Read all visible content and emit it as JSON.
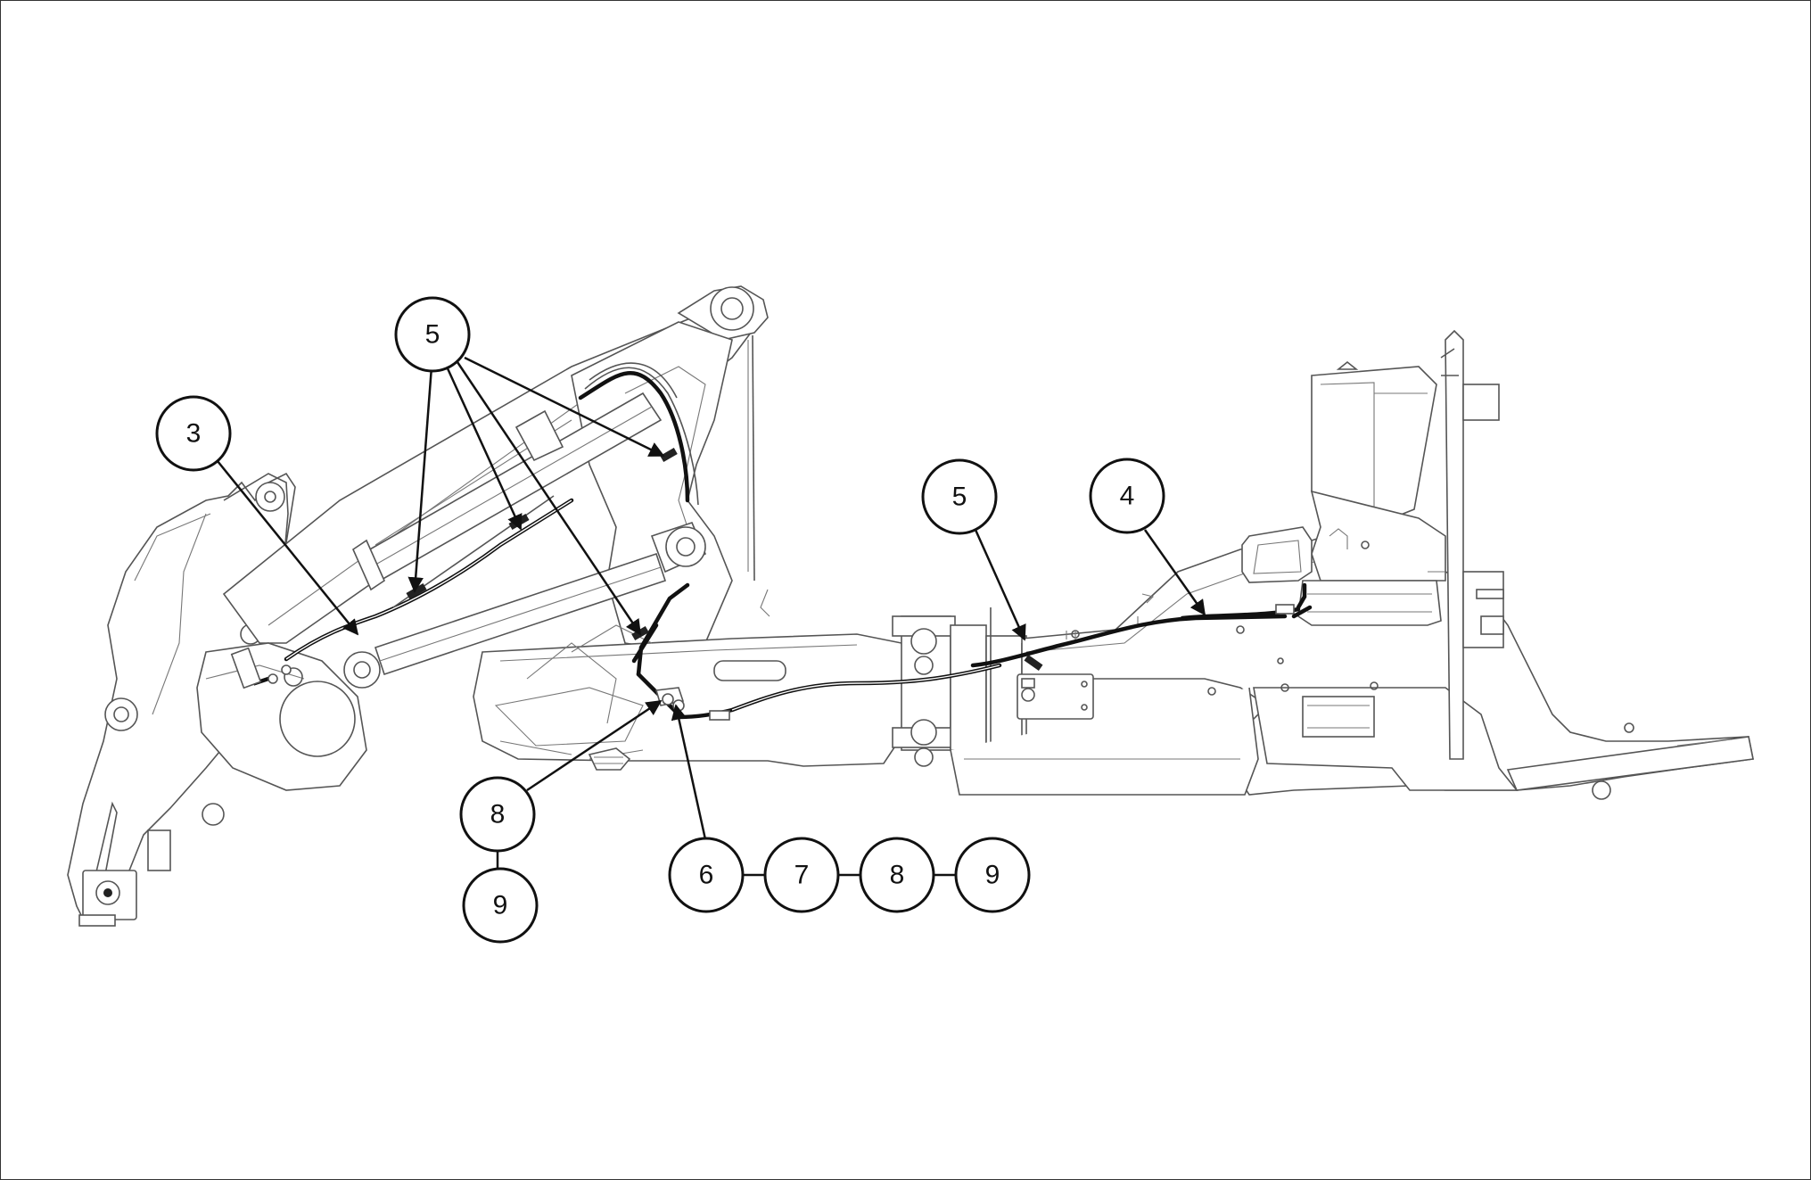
{
  "callouts": [
    {
      "id": "c5a",
      "label": "5"
    },
    {
      "id": "c3",
      "label": "3"
    },
    {
      "id": "c5b",
      "label": "5"
    },
    {
      "id": "c4",
      "label": "4"
    },
    {
      "id": "c8a",
      "label": "8"
    },
    {
      "id": "c9a",
      "label": "9"
    },
    {
      "id": "c6",
      "label": "6"
    },
    {
      "id": "c7",
      "label": "7"
    },
    {
      "id": "c8b",
      "label": "8"
    },
    {
      "id": "c9b",
      "label": "9"
    }
  ],
  "colors": {
    "line": "#111111",
    "outline": "#555555",
    "background": "#ffffff"
  }
}
